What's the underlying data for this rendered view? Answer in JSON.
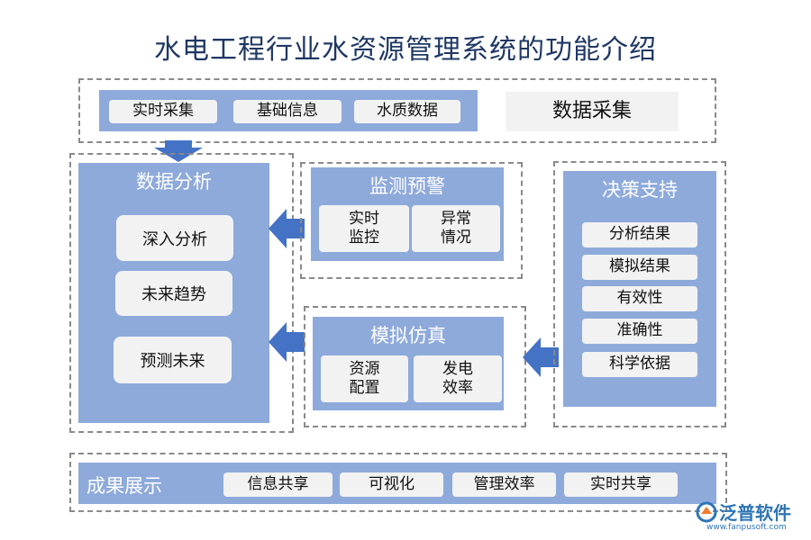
{
  "title": "水电工程行业水资源管理系统的功能介绍",
  "data_collection": {
    "title": "数据采集",
    "items": [
      "实时采集",
      "基础信息",
      "水质数据"
    ]
  },
  "data_analysis": {
    "title": "数据分析",
    "items": [
      "深入分析",
      "未来趋势",
      "预测未来"
    ]
  },
  "monitoring": {
    "title": "监测预警",
    "items": [
      "实时\n监控",
      "异常\n情况"
    ]
  },
  "simulation": {
    "title": "模拟仿真",
    "items": [
      "资源\n配置",
      "发电\n效率"
    ]
  },
  "decision": {
    "title": "决策支持",
    "items": [
      "分析结果",
      "模拟结果",
      "有效性",
      "准确性",
      "科学依据"
    ]
  },
  "results": {
    "title": "成果展示",
    "items": [
      "信息共享",
      "可视化",
      "管理效率",
      "实时共享"
    ]
  },
  "logo": {
    "name": "泛普软件",
    "url": "www.fanpusoft.com"
  },
  "colors": {
    "panel": "#8eaadb",
    "arrow": "#4472c4",
    "title": "#1f3864",
    "chip": "#f2f2f2"
  }
}
